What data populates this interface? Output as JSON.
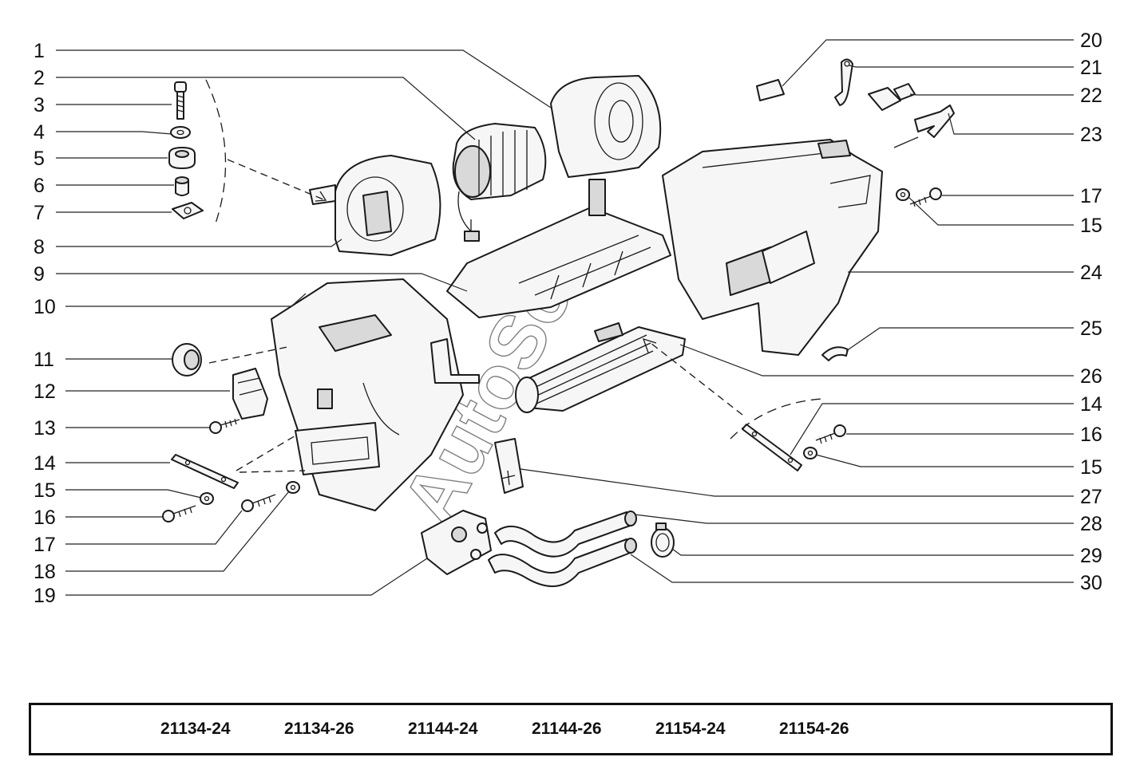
{
  "callouts_left": [
    "1",
    "2",
    "3",
    "4",
    "5",
    "6",
    "7",
    "8",
    "9",
    "10",
    "11",
    "12",
    "13",
    "14",
    "15",
    "16",
    "17",
    "18",
    "19"
  ],
  "callouts_right": [
    "20",
    "21",
    "22",
    "23",
    "17",
    "15",
    "24",
    "25",
    "26",
    "14",
    "16",
    "15",
    "27",
    "28",
    "29",
    "30"
  ],
  "watermark": "AutoSoft",
  "model_codes": [
    "21134-24",
    "21134-26",
    "21144-24",
    "21144-26",
    "21154-24",
    "21154-26"
  ]
}
